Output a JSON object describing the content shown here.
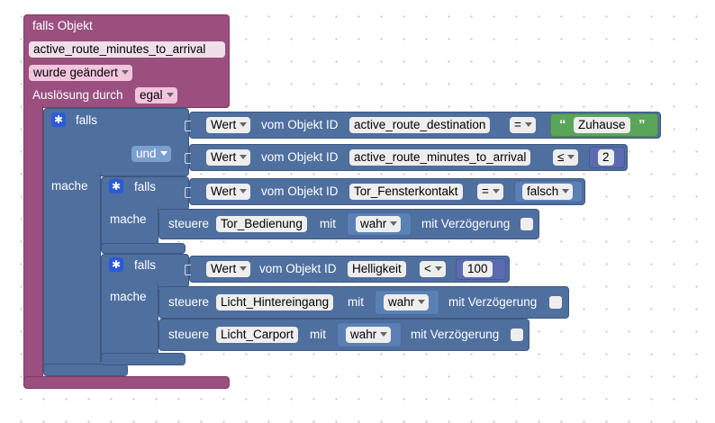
{
  "trigger": {
    "header": "falls Objekt",
    "object_id": "active_route_minutes_to_arrival",
    "changed_option": "wurde geändert",
    "trigger_by_label": "Auslösung durch",
    "trigger_by_value": "egal"
  },
  "outer_if": {
    "if_label": "falls",
    "do_label": "mache",
    "and_label": "und",
    "cond1": {
      "prop": "Wert",
      "of_label": "vom Objekt ID",
      "object_id": "active_route_destination",
      "operator": "=",
      "text_value": "Zuhause",
      "open_quote": "“",
      "close_quote": "”"
    },
    "cond2": {
      "prop": "Wert",
      "of_label": "vom Objekt ID",
      "object_id": "active_route_minutes_to_arrival",
      "operator": "≤",
      "number": "2"
    }
  },
  "inner_if_1": {
    "if_label": "falls",
    "do_label": "mache",
    "cond": {
      "prop": "Wert",
      "of_label": "vom Objekt ID",
      "object_id": "Tor_Fensterkontakt",
      "operator": "=",
      "value": "falsch"
    },
    "action": {
      "label": "steuere",
      "object_id": "Tor_Bedienung",
      "with_label": "mit",
      "value": "wahr",
      "delay_label": "mit Verzögerung"
    }
  },
  "inner_if_2": {
    "if_label": "falls",
    "do_label": "mache",
    "cond": {
      "prop": "Wert",
      "of_label": "vom Objekt ID",
      "object_id": "Helligkeit",
      "operator": "<",
      "number": "100"
    },
    "action1": {
      "label": "steuere",
      "object_id": "Licht_Hintereingang",
      "with_label": "mit",
      "value": "wahr",
      "delay_label": "mit Verzögerung"
    },
    "action2": {
      "label": "steuere",
      "object_id": "Licht_Carport",
      "with_label": "mit",
      "value": "wahr",
      "delay_label": "mit Verzögerung"
    }
  }
}
